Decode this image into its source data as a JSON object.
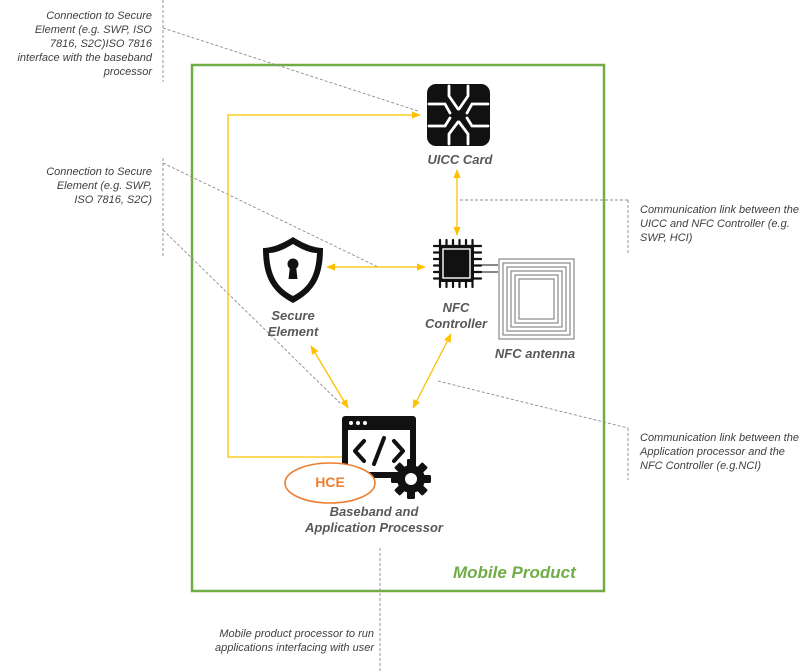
{
  "product_label": "Mobile Product",
  "components": {
    "uicc": "UICC Card",
    "secure_element": "Secure Element",
    "nfc_controller": "NFC Controller",
    "nfc_antenna": "NFC antenna",
    "processor": "Baseband and Application Processor",
    "hce": "HCE"
  },
  "annotations": {
    "se_connection_baseband": "Connection to Secure Element (e.g. SWP, ISO 7816, S2C)ISO 7816 interface with the baseband processor",
    "se_connection": "Connection to Secure Element (e.g. SWP, ISO 7816, S2C)",
    "uicc_nfc_link": "Communication link between the UICC and NFC Controller (e.g. SWP, HCI)",
    "ap_nfc_link": "Communication link between the Application processor and the NFC Controller (e.g.NCI)",
    "processor_note": "Mobile product processor to run applications interfacing with user"
  },
  "icons": [
    "sim-chip-icon",
    "shield-lock-icon",
    "microchip-icon",
    "antenna-coil-icon",
    "code-window-gear-icon"
  ],
  "colors": {
    "frame": "#70ad47",
    "link": "#ffc000",
    "hce": "#ed7d31",
    "icon": "#111111",
    "leader": "#7f7f7f"
  }
}
